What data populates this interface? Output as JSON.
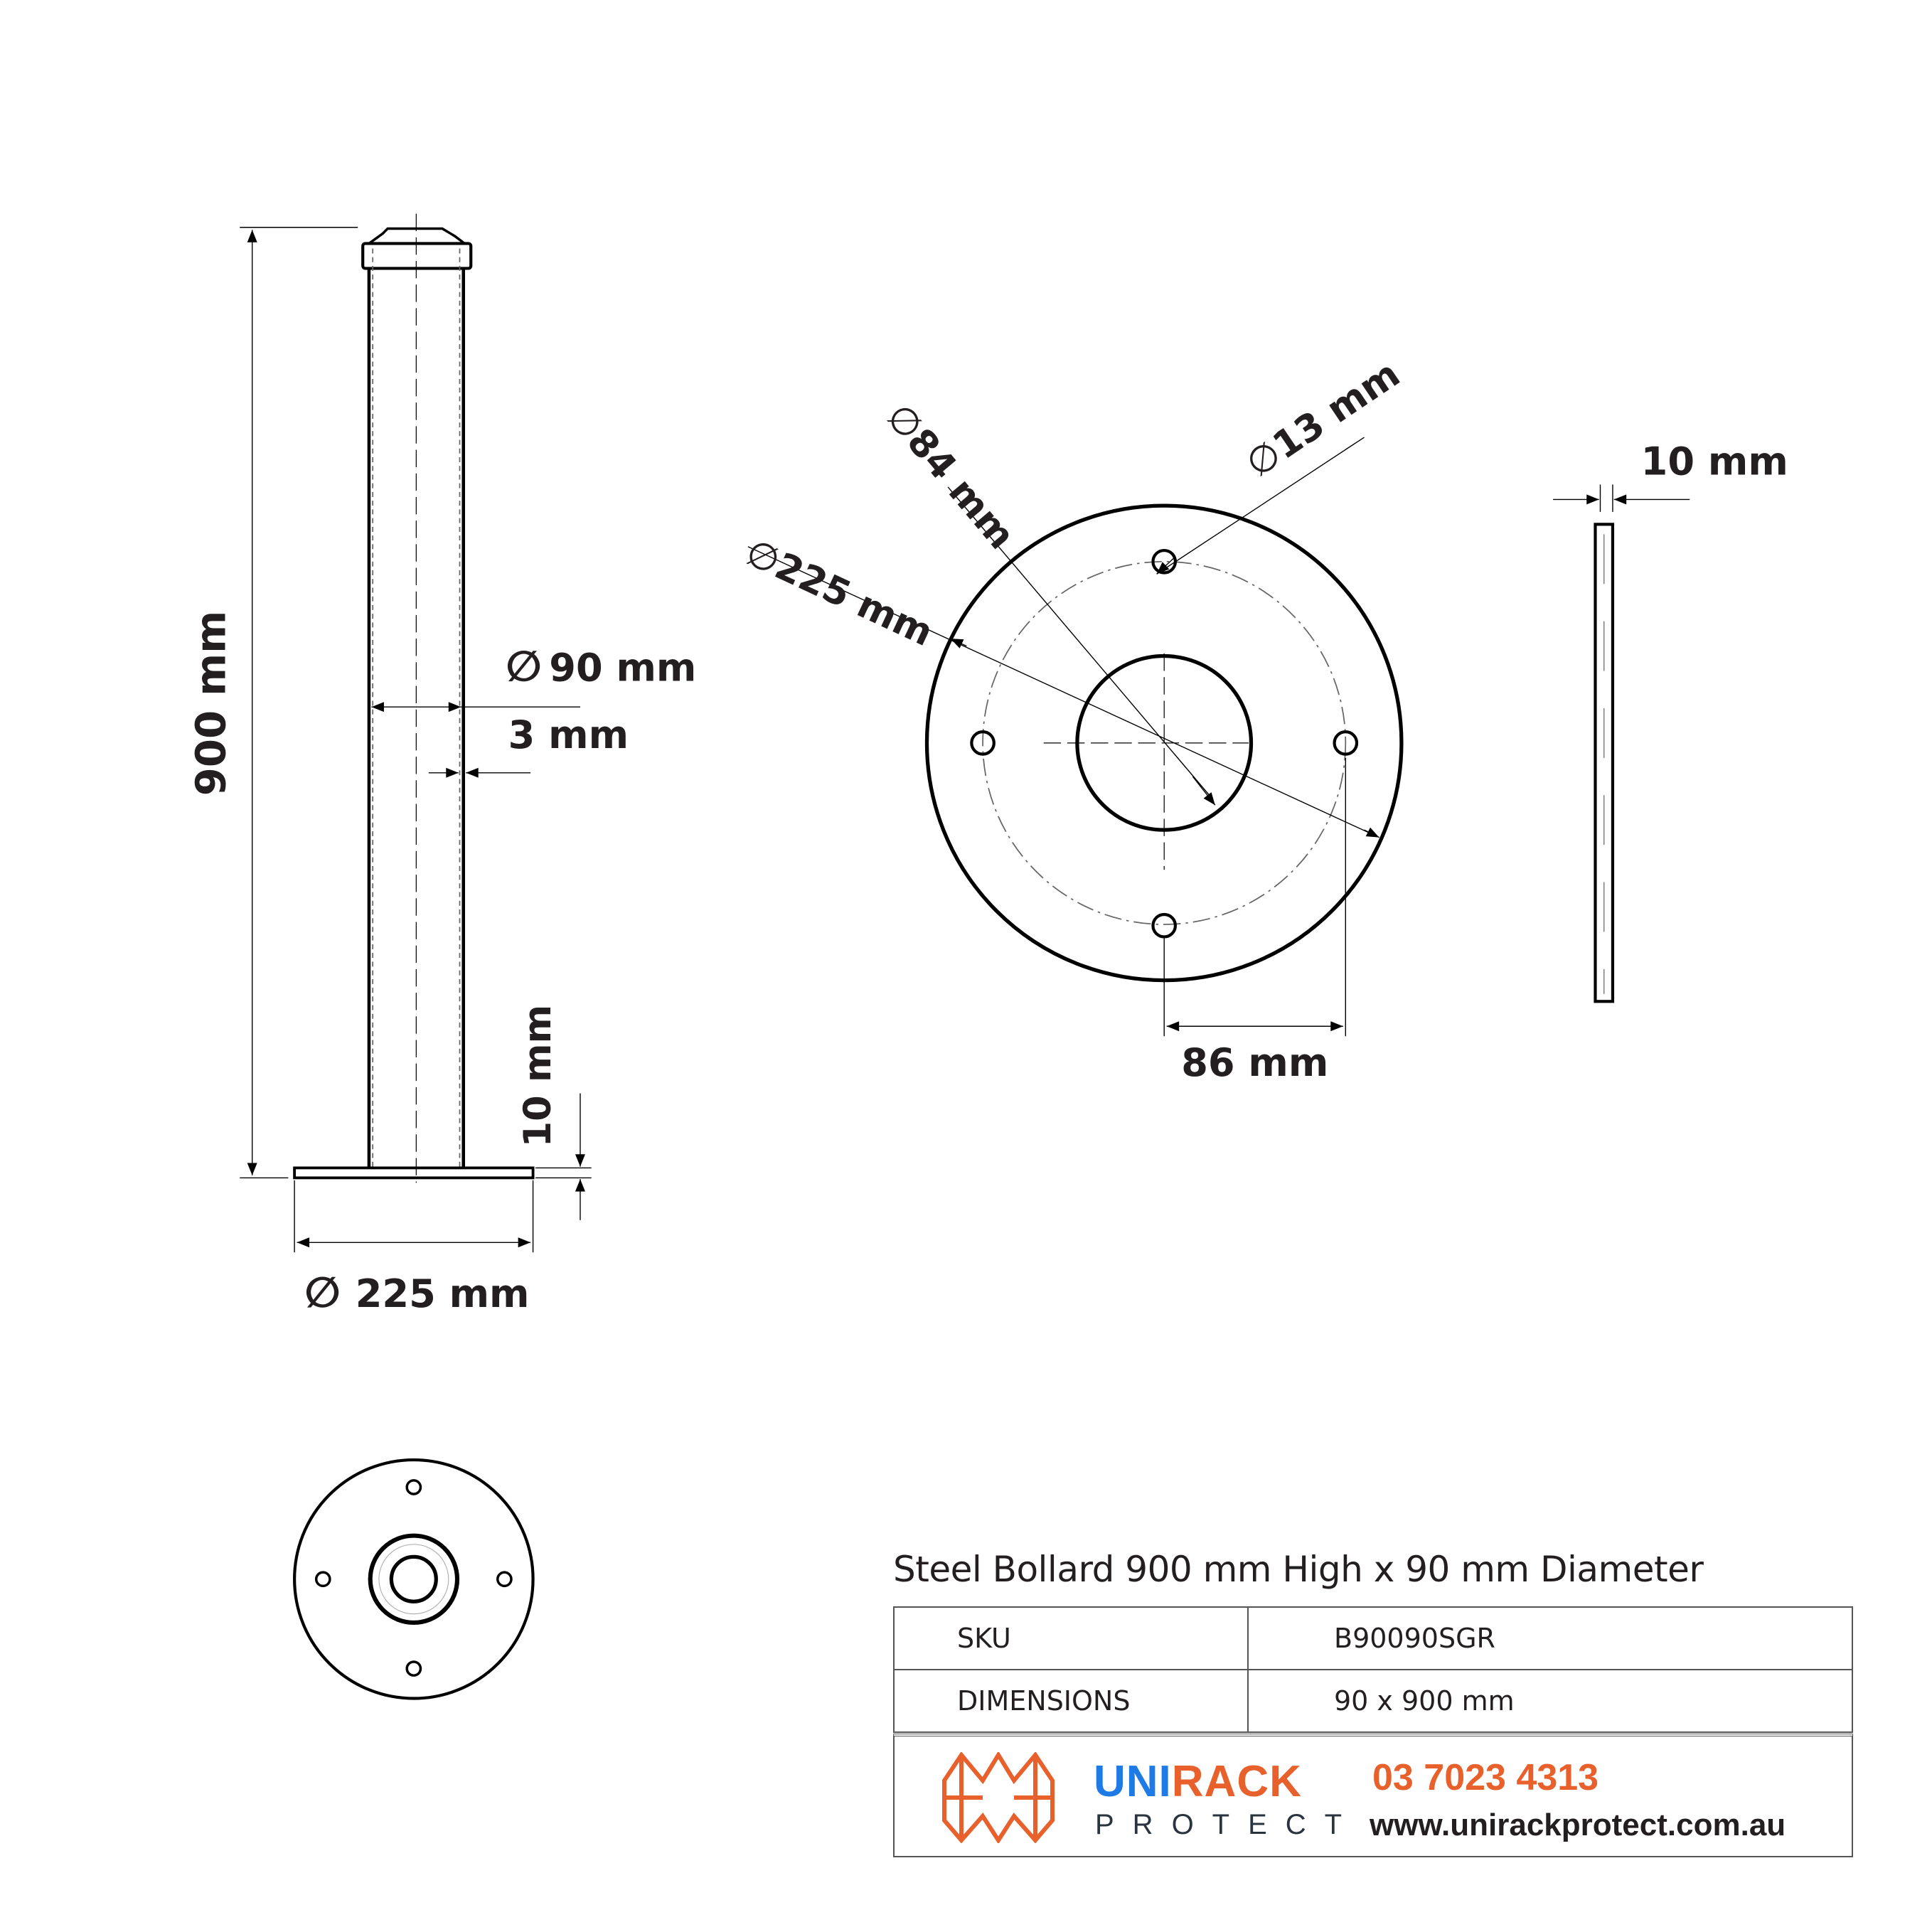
{
  "drawing": {
    "side_view": {
      "height_label": "900 mm",
      "diameter_label": "90 mm",
      "wall_label": "3 mm",
      "plate_thickness_label": "10 mm",
      "plate_diameter_label": "225 mm",
      "diameter_symbol": "∅"
    },
    "plate_view": {
      "bolt_hole_label": "13 mm",
      "center_hole_label": "84 mm",
      "plate_diameter_label": "225 mm",
      "hole_offset_label": "86 mm",
      "diameter_symbol": "∅"
    },
    "edge_view": {
      "thickness_label": "10 mm"
    }
  },
  "product": {
    "title": "Steel Bollard 900 mm High x 90 mm Diameter",
    "specs": [
      {
        "key": "SKU",
        "value": "B90090SGR"
      },
      {
        "key": "DIMENSIONS",
        "value": "90 x 900 mm"
      }
    ]
  },
  "brand": {
    "name_part1": "UNI",
    "name_part2": "RACK",
    "tagline": "PROTECT",
    "phone": "03 7023 4313",
    "website": "www.unirackprotect.com.au",
    "colors": {
      "blue": "#1e7be6",
      "orange": "#e8612c",
      "dark": "#2a3340"
    }
  }
}
